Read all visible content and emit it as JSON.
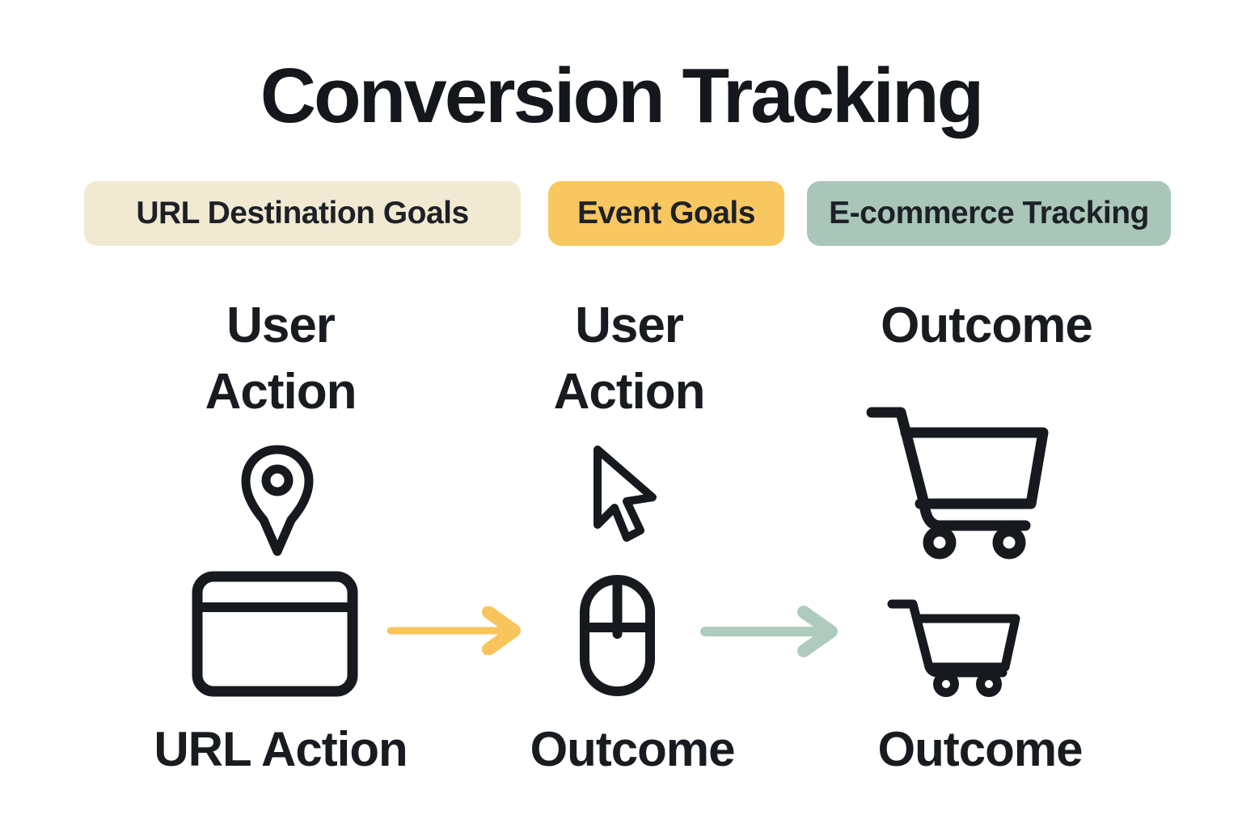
{
  "title": "Conversion Tracking",
  "pills": [
    {
      "label": "URL Destination Goals",
      "bg": "#F1E9D2"
    },
    {
      "label": "Event Goals",
      "bg": "#F8C75F"
    },
    {
      "label": "E-commerce Tracking",
      "bg": "#A9C6B8"
    }
  ],
  "columns": [
    {
      "header_lines": [
        "User",
        "Action"
      ],
      "icons": [
        "location-pin-icon",
        "browser-window-icon"
      ],
      "footer": "URL Action"
    },
    {
      "header_lines": [
        "User",
        "Action"
      ],
      "icons": [
        "cursor-arrow-icon",
        "computer-mouse-icon"
      ],
      "footer": "Outcome"
    },
    {
      "header_lines": [
        "Outcome"
      ],
      "icons": [
        "shopping-cart-large-icon",
        "shopping-cart-small-icon"
      ],
      "footer": "Outcome"
    }
  ],
  "arrows": [
    {
      "name": "yellow-arrow",
      "color": "#F9C45C"
    },
    {
      "name": "teal-arrow",
      "color": "#AFCBBD"
    }
  ],
  "colors": {
    "background": "#FFFFFF",
    "text_dark": "#171B20",
    "icon_stroke": "#16191E",
    "pill_cream": "#F1E9D2",
    "pill_yellow": "#F8C75F",
    "pill_sage": "#A9C6B8",
    "arrow_yellow": "#F9C45C",
    "arrow_teal": "#AFCBBD"
  }
}
